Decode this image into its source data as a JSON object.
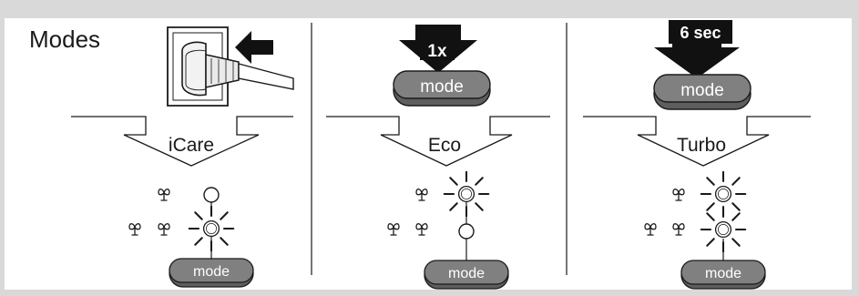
{
  "title": "Modes",
  "panels": [
    {
      "mode_name": "iCare",
      "trigger": "plug-in",
      "button_label": "mode"
    },
    {
      "mode_name": "Eco",
      "trigger": "press",
      "press_label": "1x",
      "button_label": "mode"
    },
    {
      "mode_name": "Turbo",
      "trigger": "hold",
      "press_label": "6 sec",
      "button_label": "mode"
    }
  ],
  "colors": {
    "frame": "#d9d9d9",
    "panel": "#ffffff",
    "ink": "#1a1a1a",
    "button": "#808080",
    "button_shadow": "#5e5e5e",
    "glow": "#ffffff"
  },
  "icons": [
    "plug-socket-icon",
    "arrow-left-icon",
    "arrow-down-icon",
    "fan-icon",
    "led-indicator-icon",
    "led-glow-icon"
  ]
}
